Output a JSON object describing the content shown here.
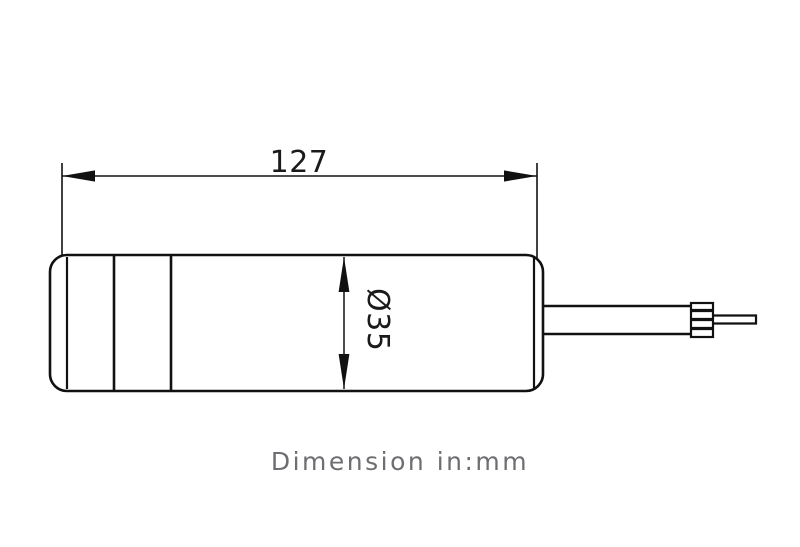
{
  "drawing": {
    "title": "Product outline dimension drawing",
    "background_color": "#ffffff",
    "line_color": "#111111",
    "caption": "Dimension in:mm",
    "caption_color": "#6e6e72",
    "dimensions": {
      "length": {
        "label": "127",
        "unit": "mm",
        "orientation": "horizontal",
        "value": 127
      },
      "diameter": {
        "label": "Ø35",
        "symbol": "Ø",
        "number": "35",
        "unit": "mm",
        "orientation": "vertical-rotated",
        "value": 35
      }
    },
    "parts": {
      "body_label": "cylindrical-housing",
      "cable_label": "output-cable",
      "connector_label": "cable-end-connector",
      "wire_label": "bare-wire-tip"
    }
  }
}
